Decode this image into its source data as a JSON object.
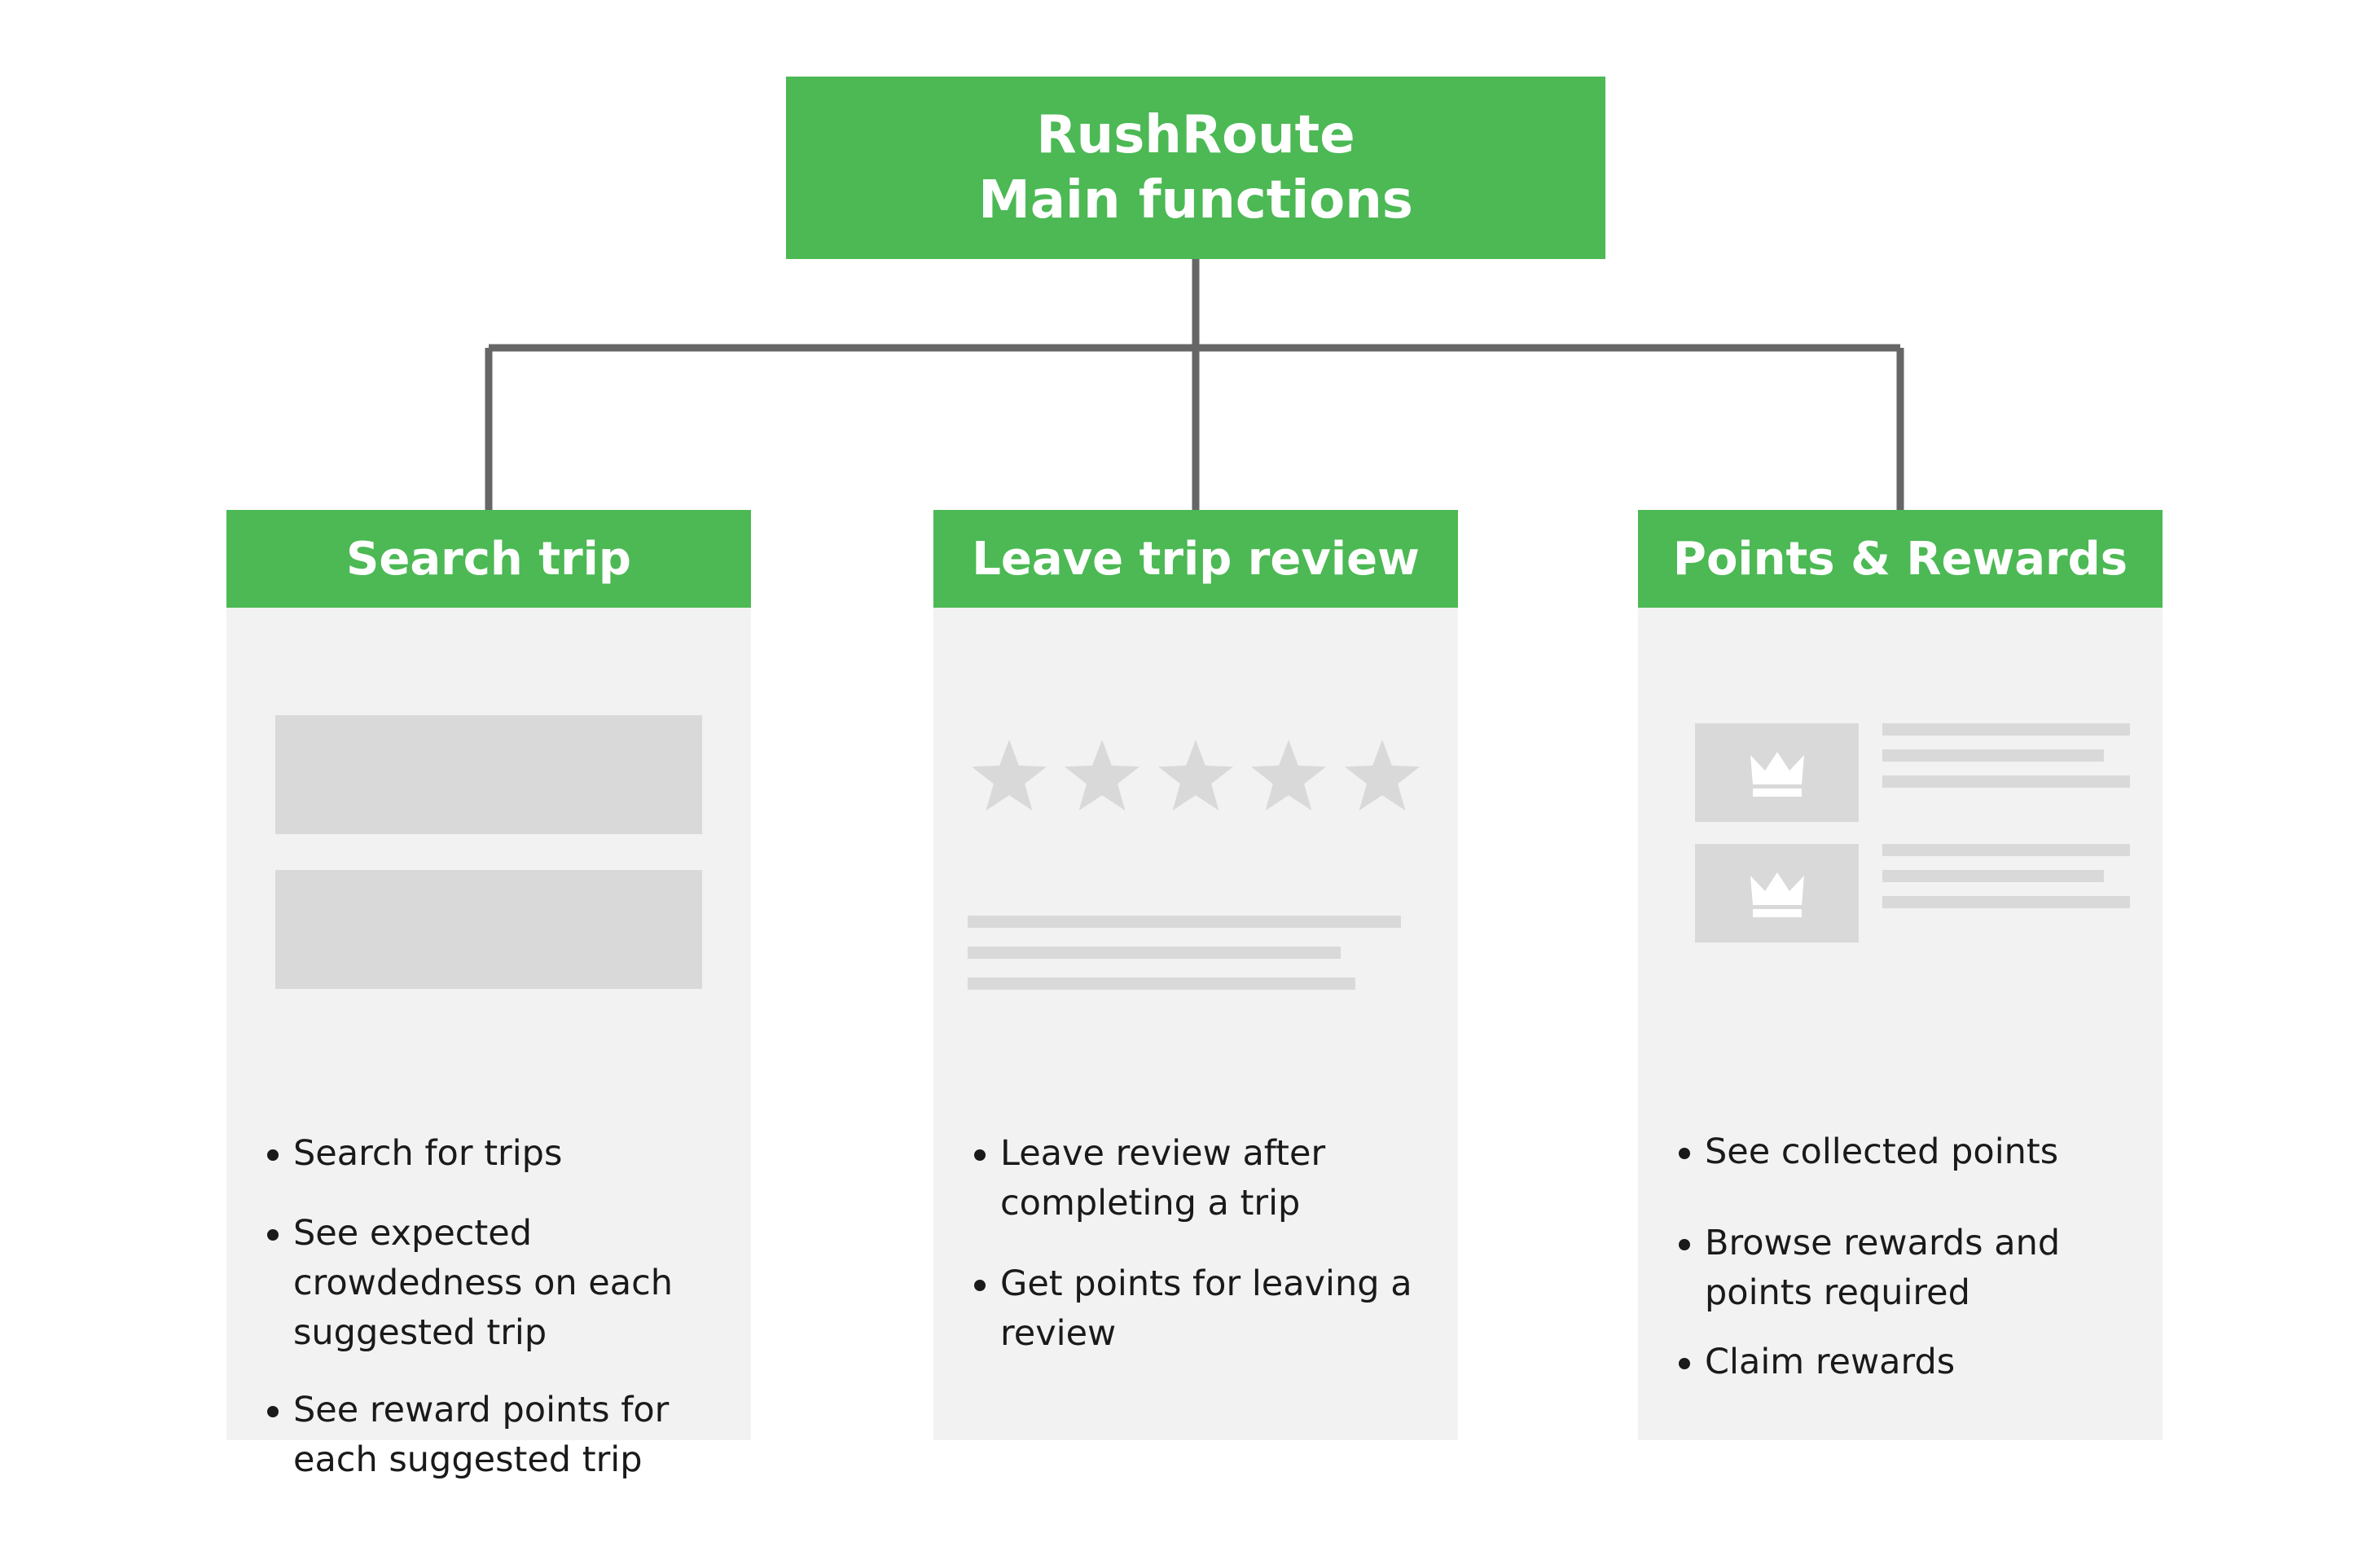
{
  "root": {
    "line1": "RushRoute",
    "line2": "Main functions"
  },
  "cards": [
    {
      "title": "Search trip",
      "bullets": [
        "Search for trips",
        "See expected crowdedness on each suggested trip",
        "See reward points for each suggested trip"
      ]
    },
    {
      "title": "Leave trip review",
      "bullets": [
        "Leave review after completing a trip",
        "Get points for leaving a review"
      ]
    },
    {
      "title": "Points & Rewards",
      "bullets": [
        "See collected points",
        "Browse rewards and points required",
        "Claim rewards"
      ]
    }
  ],
  "colors": {
    "accent": "#4cb954",
    "card_background": "#f2f2f2",
    "placeholder": "#d9d9d9",
    "connector": "#666666"
  },
  "icons": [
    "star-icon",
    "crown-icon"
  ]
}
